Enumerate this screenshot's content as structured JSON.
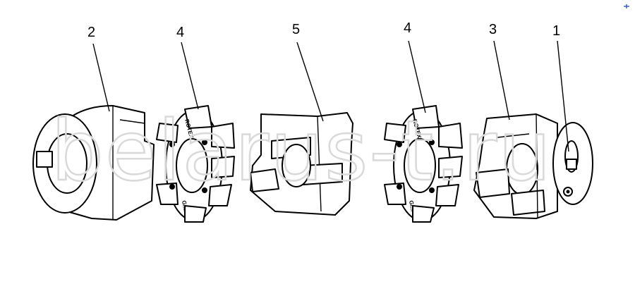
{
  "diagram": {
    "callouts": [
      {
        "id": "c1",
        "label": "2"
      },
      {
        "id": "c2",
        "label": "4"
      },
      {
        "id": "c3",
        "label": "5"
      },
      {
        "id": "c4",
        "label": "4"
      },
      {
        "id": "c5",
        "label": "3"
      },
      {
        "id": "c6",
        "label": "1"
      }
    ],
    "watermark": "belarus-t.ru",
    "spider_stamp": {
      "top": "ROTEX",
      "bottom": "Gr..."
    }
  }
}
